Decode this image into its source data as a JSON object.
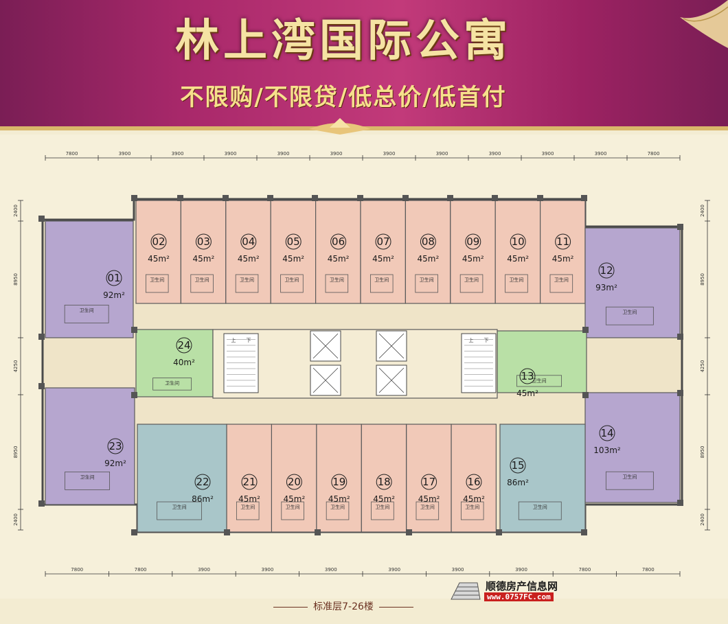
{
  "banner": {
    "title": "林上湾国际公寓",
    "slogan": "不限购/不限贷/低总价/低首付"
  },
  "floor": {
    "caption": "标准层7-26楼",
    "bathroom_label": "卫生间",
    "stair_up": "上",
    "stair_down": "下",
    "top_dims": [
      "7800",
      "3900",
      "3900",
      "3900",
      "3900",
      "3900",
      "3900",
      "3900",
      "3900",
      "3900",
      "3900",
      "7800"
    ],
    "bottom_dims": [
      "7800",
      "7800",
      "3900",
      "3900",
      "3900",
      "3900",
      "3900",
      "3900",
      "7800",
      "7800"
    ],
    "side_dims_left": [
      "2400",
      "8950",
      "4250",
      "8950",
      "2400"
    ],
    "side_dims_right": [
      "2400",
      "8950",
      "4250",
      "8950",
      "2400"
    ],
    "units": [
      {
        "id": "01",
        "area": "92",
        "type": "purple"
      },
      {
        "id": "02",
        "area": "45",
        "type": "pink"
      },
      {
        "id": "03",
        "area": "45",
        "type": "pink"
      },
      {
        "id": "04",
        "area": "45",
        "type": "pink"
      },
      {
        "id": "05",
        "area": "45",
        "type": "pink"
      },
      {
        "id": "06",
        "area": "45",
        "type": "pink"
      },
      {
        "id": "07",
        "area": "45",
        "type": "pink"
      },
      {
        "id": "08",
        "area": "45",
        "type": "pink"
      },
      {
        "id": "09",
        "area": "45",
        "type": "pink"
      },
      {
        "id": "10",
        "area": "45",
        "type": "pink"
      },
      {
        "id": "11",
        "area": "45",
        "type": "pink"
      },
      {
        "id": "12",
        "area": "93",
        "type": "purple"
      },
      {
        "id": "13",
        "area": "45",
        "type": "green"
      },
      {
        "id": "14",
        "area": "103",
        "type": "purple"
      },
      {
        "id": "15",
        "area": "86",
        "type": "blue"
      },
      {
        "id": "16",
        "area": "45",
        "type": "pink"
      },
      {
        "id": "17",
        "area": "45",
        "type": "pink"
      },
      {
        "id": "18",
        "area": "45",
        "type": "pink"
      },
      {
        "id": "19",
        "area": "45",
        "type": "pink"
      },
      {
        "id": "20",
        "area": "45",
        "type": "pink"
      },
      {
        "id": "21",
        "area": "45",
        "type": "pink"
      },
      {
        "id": "22",
        "area": "86",
        "type": "blue"
      },
      {
        "id": "23",
        "area": "92",
        "type": "purple"
      },
      {
        "id": "24",
        "area": "40",
        "type": "green"
      }
    ],
    "area_unit": "m²"
  },
  "colors": {
    "pink": "#f1c9b8",
    "purple": "#b6a6cf",
    "green": "#b9e0a6",
    "blue": "#a9c6c9",
    "core": "#f4ecd4"
  },
  "watermark": {
    "name": "顺德房产信息网",
    "url": "www.0757FC.com"
  }
}
